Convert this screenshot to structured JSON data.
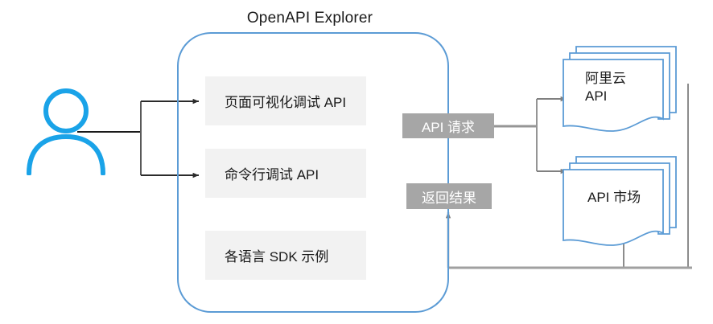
{
  "diagram": {
    "title": "OpenAPI Explorer",
    "type": "flow-architecture"
  },
  "actor": {
    "icon": "user-icon",
    "label": ""
  },
  "explorer": {
    "title": "OpenAPI Explorer",
    "features": [
      {
        "label": "页面可视化调试 API"
      },
      {
        "label": "命令行调试 API"
      },
      {
        "label": "各语言 SDK 示例"
      }
    ]
  },
  "flows": {
    "request_label": "API 请求",
    "response_label": "返回结果"
  },
  "backends": [
    {
      "label_line1": "阿里云",
      "label_line2": "API"
    },
    {
      "label_line1": "API 市场",
      "label_line2": ""
    }
  ],
  "colors": {
    "container_border": "#5b9bd5",
    "feature_fill": "#f2f2f2",
    "flow_label_fill": "#a6a6a6",
    "flow_label_text": "#ffffff",
    "doc_border": "#5b9bd5",
    "connector": "#808080",
    "actor_blue": "#1aa3e8",
    "text": "#1a1a1a"
  }
}
